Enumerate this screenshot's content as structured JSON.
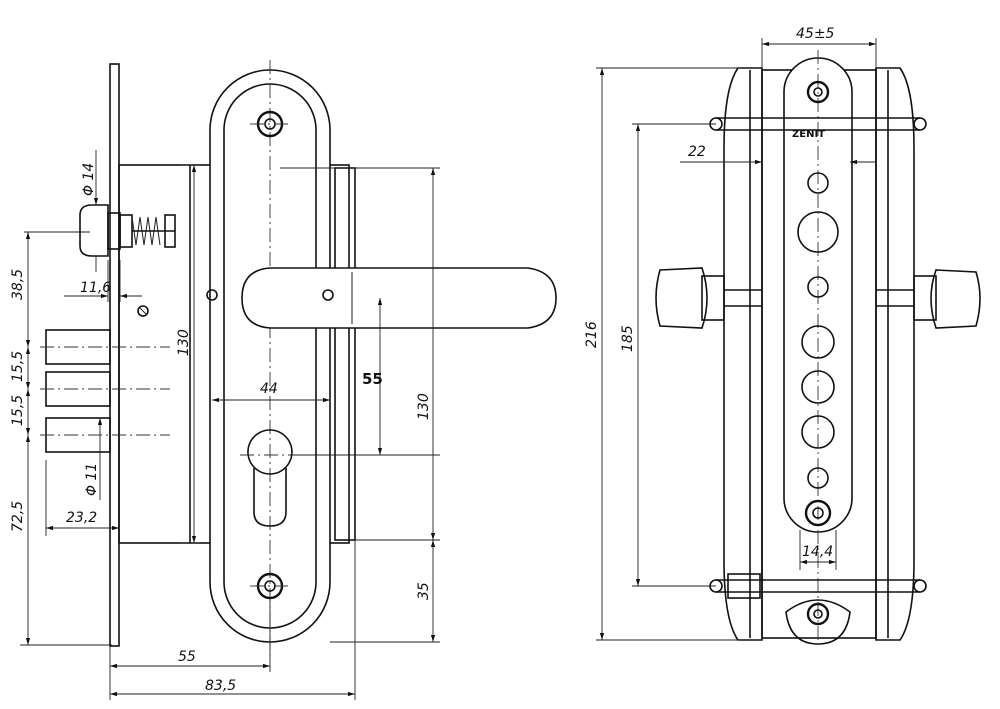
{
  "dimensions": {
    "d14": "Φ 14",
    "d11": "Φ 11",
    "v38_5": "38,5",
    "v15_5a": "15,5",
    "v15_5b": "15,5",
    "v72_5": "72,5",
    "h11_6": "11,6",
    "h23_2": "23,2",
    "v130_left": "130",
    "h44": "44",
    "v55": "55",
    "v130_right": "130",
    "v35": "35",
    "h55": "55",
    "h83_5": "83,5",
    "h45": "45±5",
    "h22": "22",
    "v216": "216",
    "v185": "185",
    "h14_4": "14,4"
  },
  "logo": "ZENIT"
}
